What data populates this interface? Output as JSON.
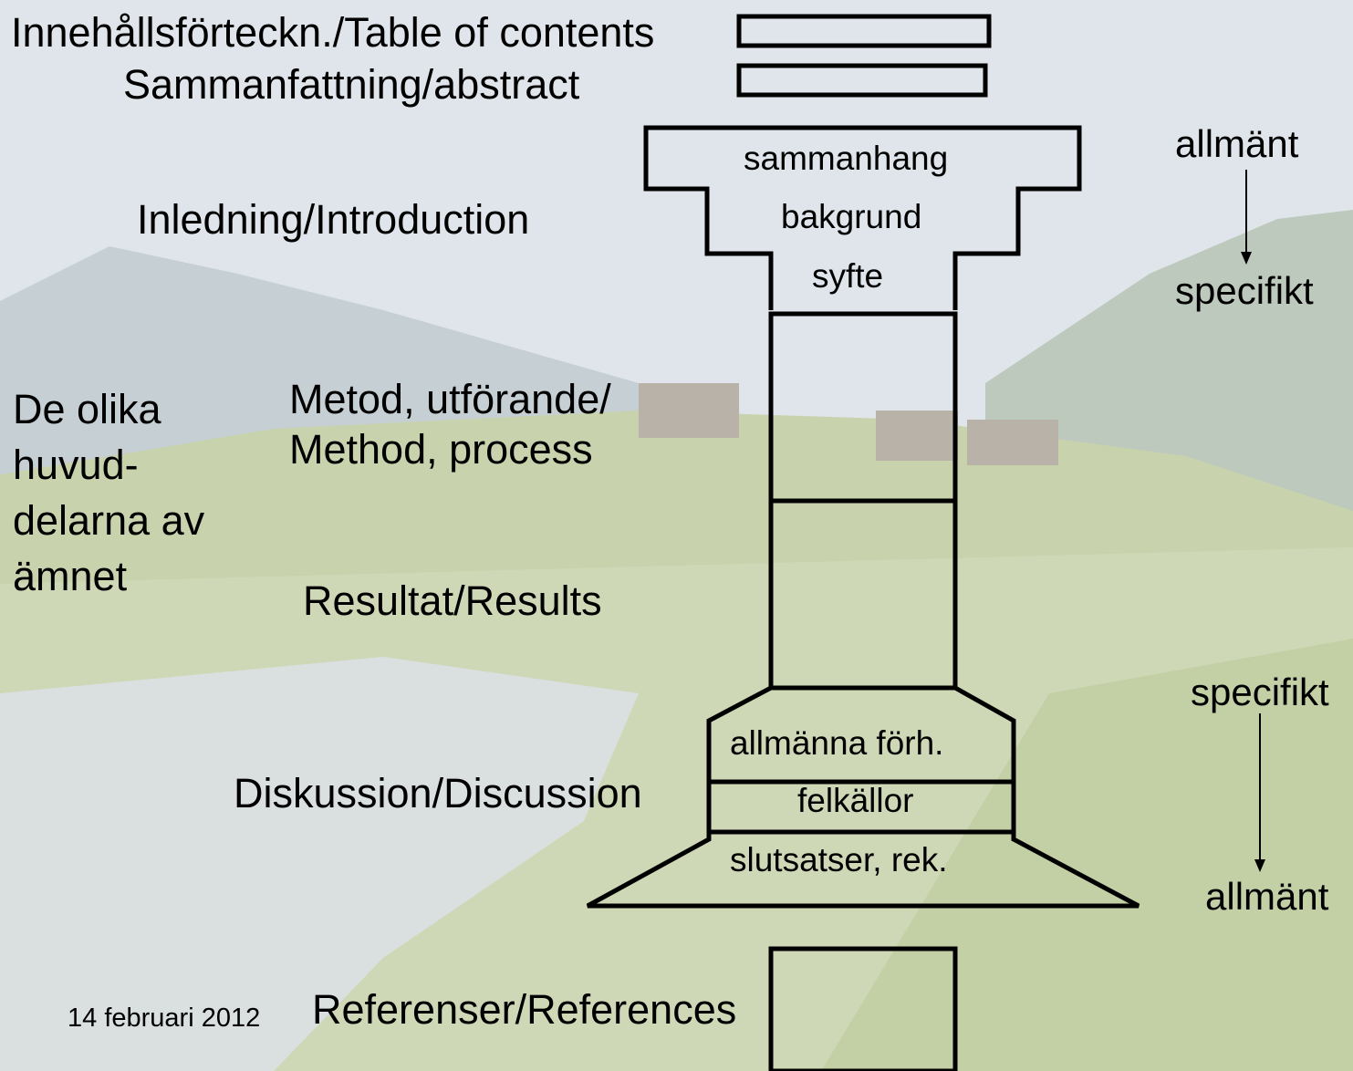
{
  "slide": {
    "date": "14 februari 2012"
  },
  "sections": {
    "toc": "Innehållsförteckn./Table of contents",
    "abstract": "Sammanfattning/abstract",
    "introduction": "Inledning/Introduction",
    "method_line1": "Metod, utförande/",
    "method_line2": "Method, process",
    "results": "Resultat/Results",
    "discussion": "Diskussion/Discussion",
    "references": "Referenser/References"
  },
  "side_label": {
    "lines": [
      "De olika",
      "huvud-",
      "delarna av",
      "ämnet"
    ]
  },
  "intro_parts": {
    "part1": "sammanhang",
    "part2": "bakgrund",
    "part3": "syfte"
  },
  "discussion_parts": {
    "part1": "allmänna förh.",
    "part2": "felkällor",
    "part3": "slutsatser, rek."
  },
  "flow_top": {
    "from": "allmänt",
    "to": "specifikt"
  },
  "flow_bottom": {
    "from": "specifikt",
    "to": "allmänt"
  },
  "colors": {
    "sky": "#d7dfe6",
    "mountain": "#b8c2c4",
    "grass": "#b9c79a",
    "river": "#d2d8da",
    "stroke": "#000000"
  }
}
